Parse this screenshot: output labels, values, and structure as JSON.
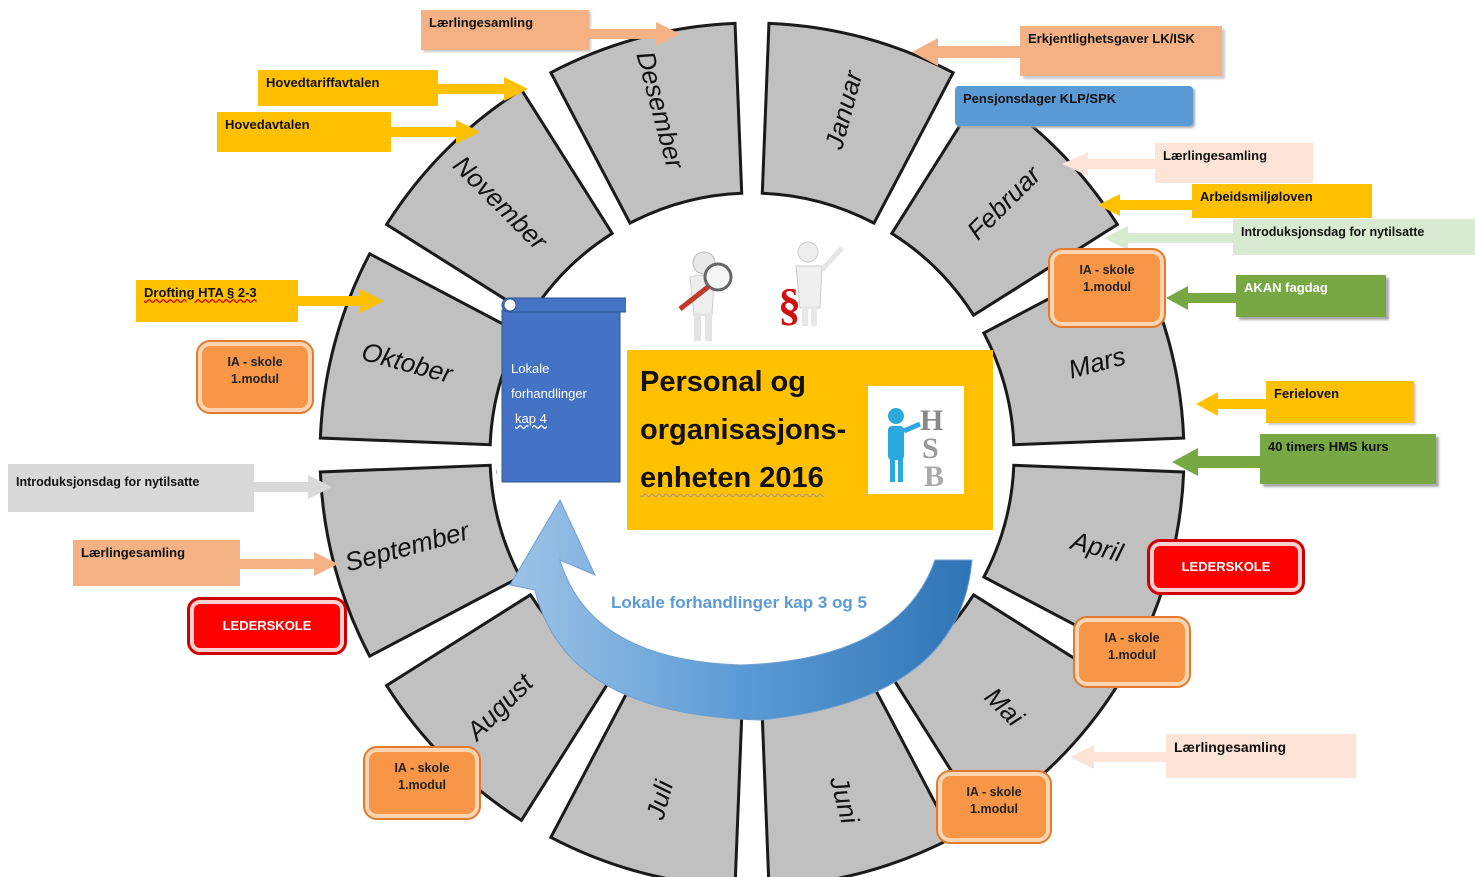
{
  "center": {
    "title_line1": "Personal og",
    "title_line2": "organisasjons-",
    "title_line3": "enheten 2016"
  },
  "scroll": {
    "line1": "Lokale",
    "line2": "forhandlinger",
    "line3": "kap 4"
  },
  "loop_label": "Lokale forhandlinger kap 3 og 5",
  "months": [
    {
      "name": "Januar",
      "key": "januar"
    },
    {
      "name": "Februar",
      "key": "februar"
    },
    {
      "name": "Mars",
      "key": "mars"
    },
    {
      "name": "April",
      "key": "april"
    },
    {
      "name": "Mai",
      "key": "mai"
    },
    {
      "name": "Juni",
      "key": "juni"
    },
    {
      "name": "Juli",
      "key": "juli"
    },
    {
      "name": "August",
      "key": "august"
    },
    {
      "name": "September",
      "key": "september"
    },
    {
      "name": "Oktober",
      "key": "oktober"
    },
    {
      "name": "November",
      "key": "november"
    },
    {
      "name": "Desember",
      "key": "desember"
    }
  ],
  "labels": {
    "erkjentlighetsgaver": "Erkjentlighetsgaver LK/ISK",
    "pensjonsdager": "Pensjonsdager KLP/SPK",
    "laerling_feb": "Lærlingesamling",
    "arbeidsmiljoloven": "Arbeidsmiljøloven",
    "introduksjon_feb": "Introduksjonsdag for nytilsatte",
    "akan": "AKAN fagdag",
    "ferieloven": "Ferieloven",
    "hms": "40 timers HMS kurs",
    "laerling_mai": "Lærlingesamling",
    "laerling_des": "Lærlingesamling",
    "hovedtariffavtalen": "Hovedtariffavtalen",
    "hovedavtalen": "Hovedavtalen",
    "drofting": "Drofting HTA § 2-3",
    "introduksjon_sep": "Introduksjonsdag for nytilsatte",
    "laerling_sep": "Lærlingesamling"
  },
  "ia_skole": {
    "line1": "IA - skole",
    "line2": "1.modul"
  },
  "lederskole": "LEDERSKOLE",
  "colors": {
    "segment_fill": "#c0c0c0",
    "center_yellow": "#ffc000",
    "ia_orange": "#f79646",
    "lederskole_red": "#ff0000",
    "pensjon_blue": "#5b9bd5",
    "akan_green": "#77a844",
    "salmon": "#f4b183",
    "pale_peach": "#fce4d6",
    "pale_green": "#d9ead3",
    "gray_label": "#d9d9d9",
    "scroll_blue": "#4472c4"
  }
}
